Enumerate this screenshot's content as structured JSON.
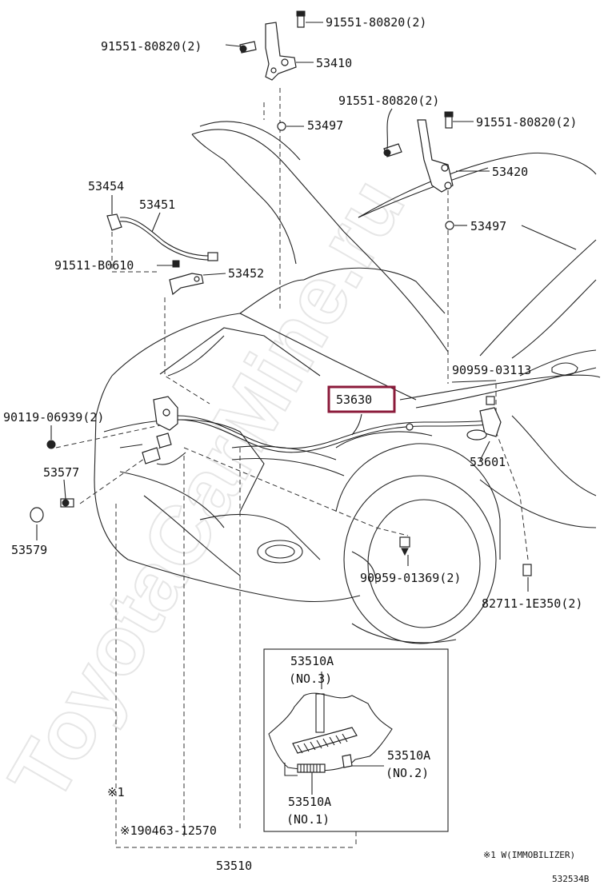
{
  "watermark": "ToyotaCarMine.ru",
  "footnote": "※1 W(IMMOBILIZER)",
  "figure_code": "532534B",
  "highlight_color": "#8b1a3a",
  "labels": {
    "bolt_91551_80820_a": "91551-80820(2)",
    "bolt_91551_80820_b": "91551-80820(2)",
    "bolt_91551_80820_c": "91551-80820(2)",
    "bolt_91551_80820_d": "91551-80820(2)",
    "hinge_53410": "53410",
    "cushion_53497_a": "53497",
    "hinge_53420": "53420",
    "cushion_53497_b": "53497",
    "part_53454": "53454",
    "part_53451": "53451",
    "bolt_91511_b0610": "91511-B0610",
    "part_53452": "53452",
    "clip_90959_03113": "90959-03113",
    "cable_53630": "53630",
    "bolt_90119_06939": "90119-06939(2)",
    "part_53577": "53577",
    "lever_53601": "53601",
    "part_53579": "53579",
    "clip_90959_01369": "90959-01369(2)",
    "clip_82711_1e350": "82711-1E350(2)",
    "spring_53510a_no3": "53510A",
    "spring_53510a_no3_sub": "(NO.3)",
    "spring_53510a_no2": "53510A",
    "spring_53510a_no2_sub": "(NO.2)",
    "spring_53510a_no1": "53510A",
    "spring_53510a_no1_sub": "(NO.1)",
    "mark_1": "※1",
    "switch_90463_12570": "※190463-12570",
    "lock_53510": "53510"
  }
}
